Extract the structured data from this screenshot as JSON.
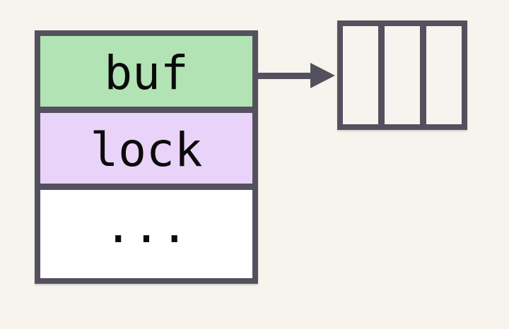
{
  "colors": {
    "background": "#f7f3ed",
    "outline": "#54515e",
    "text": "#0b0b0b"
  },
  "struct_box": {
    "fields": [
      {
        "label": "buf",
        "fill": "#b2e3b4"
      },
      {
        "label": "lock",
        "fill": "#ead3f8"
      },
      {
        "label": "...",
        "fill": "#ffffff"
      }
    ]
  },
  "array_box": {
    "cell_count": 3,
    "cell_fill": "#f7f3ee"
  },
  "arrow": {
    "from": "buf",
    "to": "array-box"
  }
}
